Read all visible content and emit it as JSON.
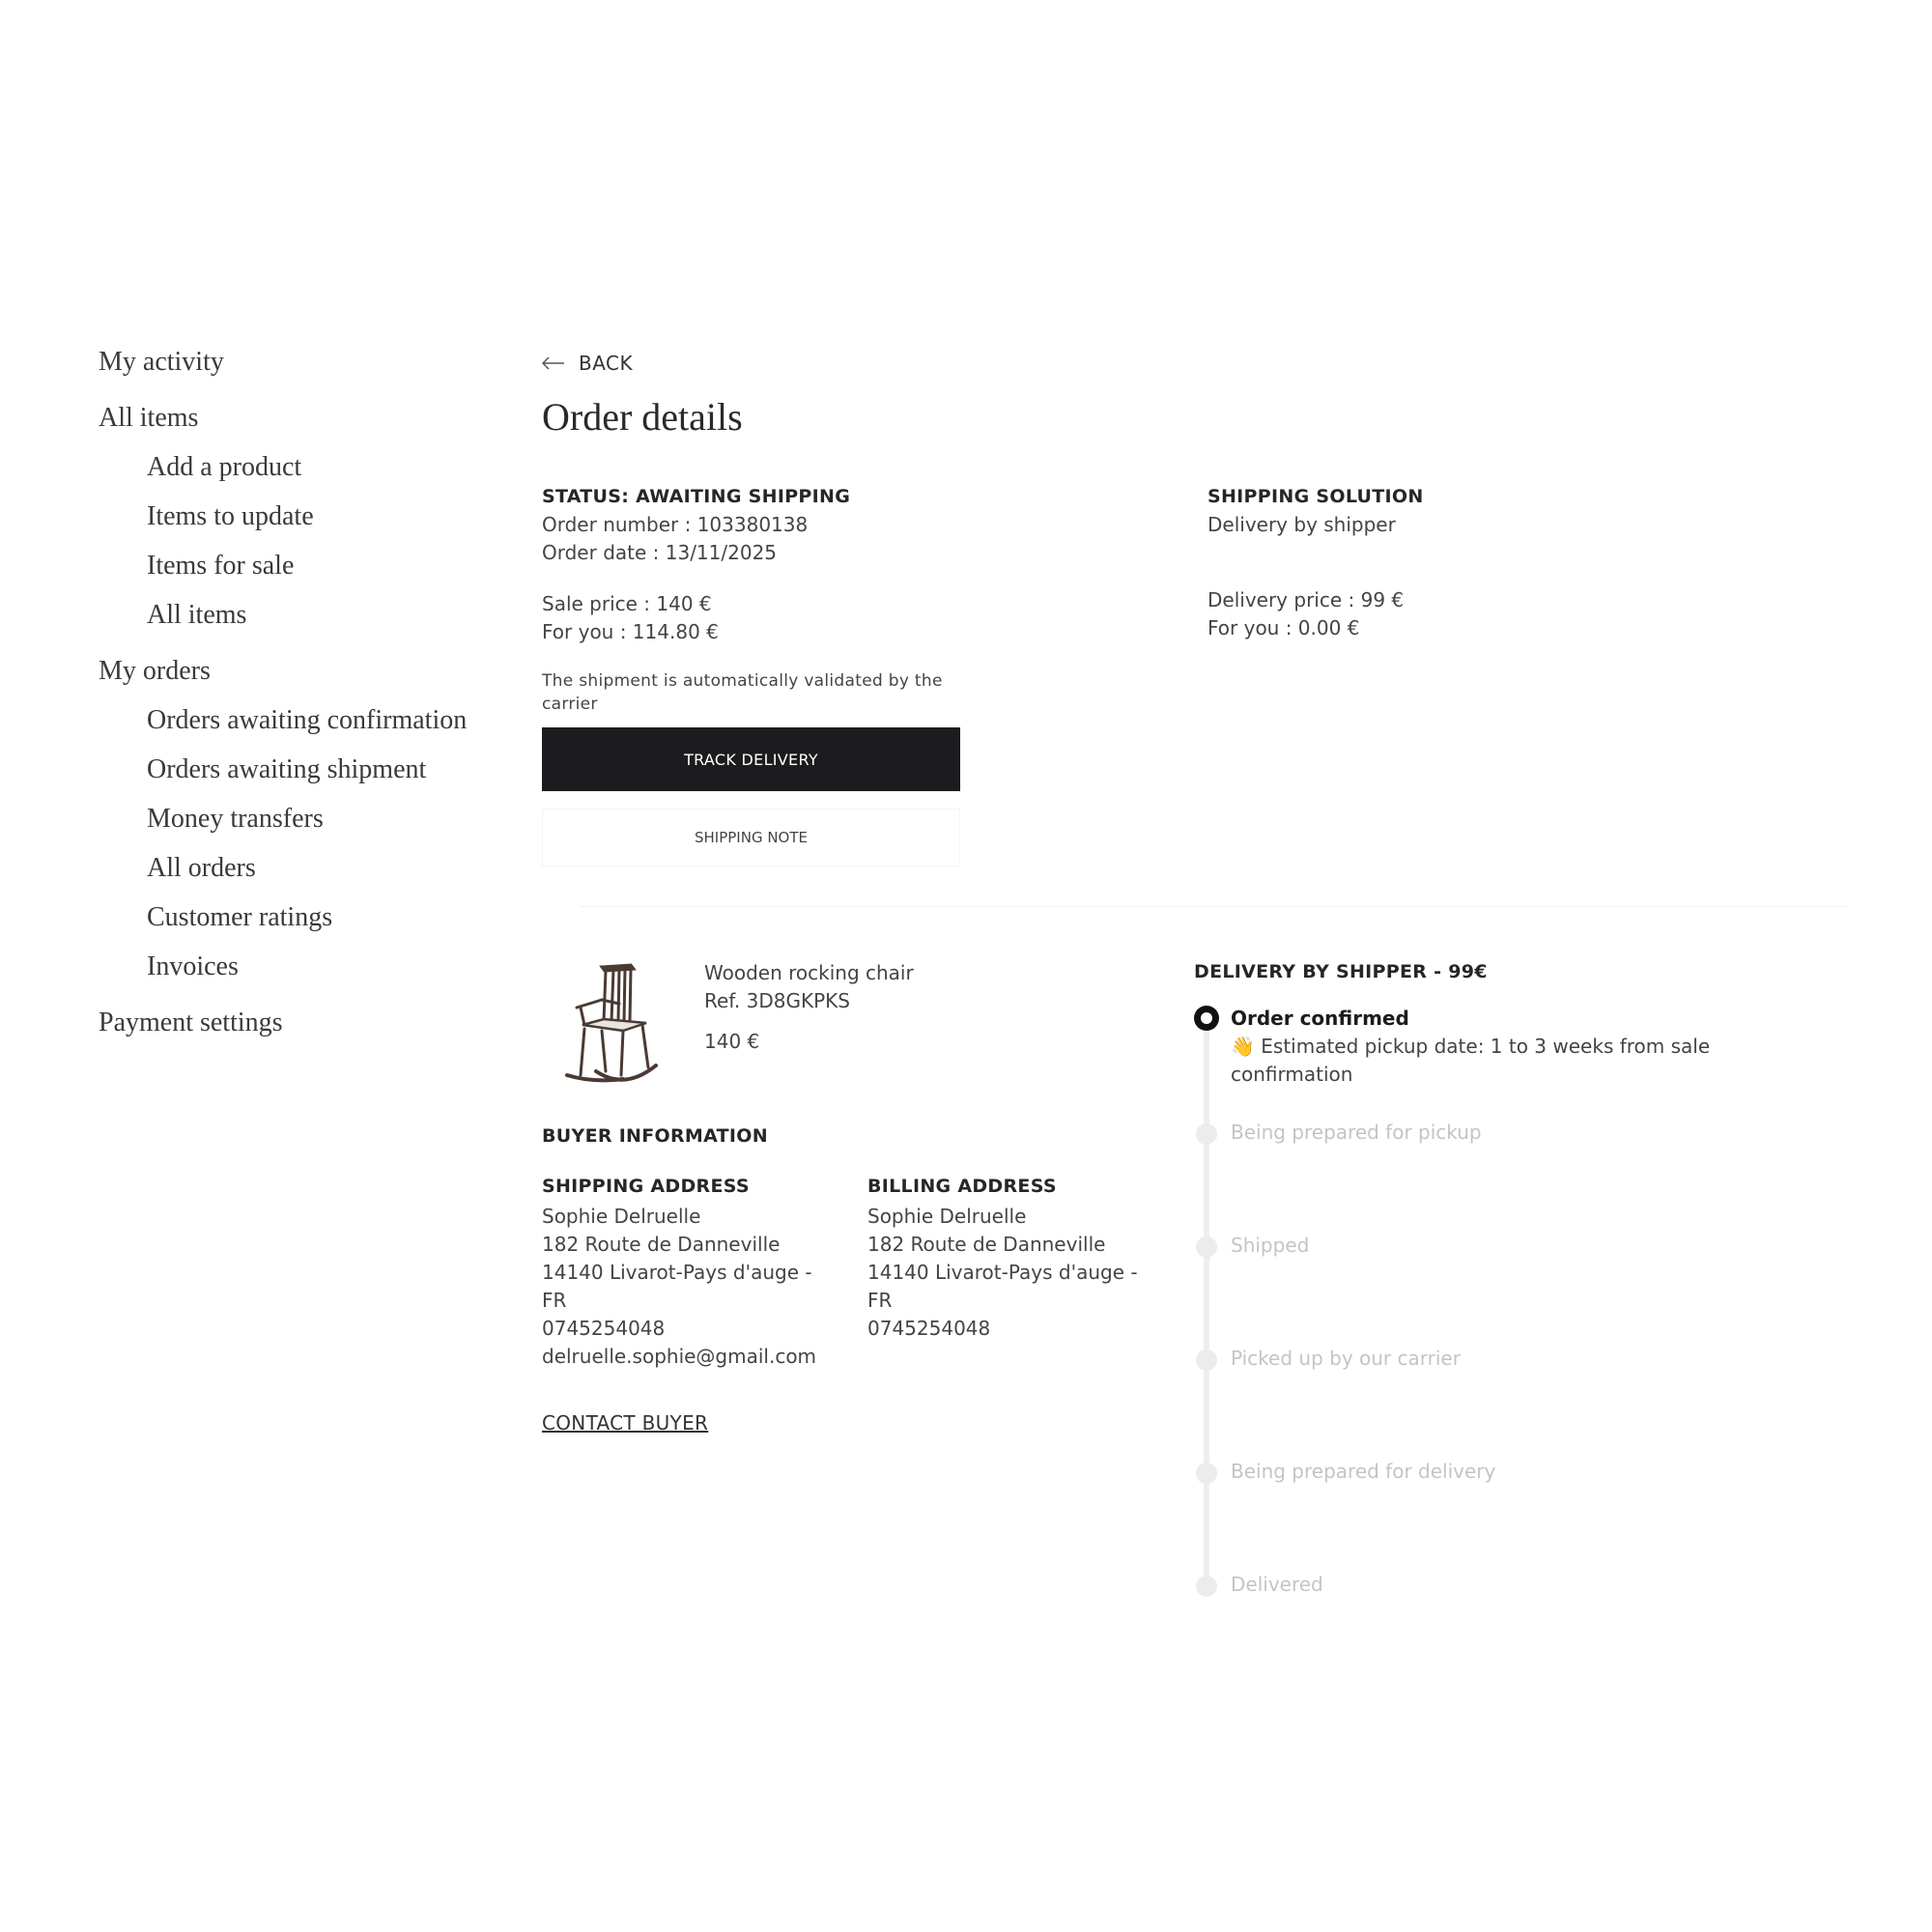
{
  "sidebar": {
    "my_activity": "My activity",
    "all_items_section": "All items",
    "items_sub": [
      "Add a product",
      "Items to update",
      "Items for sale",
      "All items"
    ],
    "my_orders": "My orders",
    "orders_sub": [
      "Orders awaiting confirmation",
      "Orders awaiting shipment",
      "Money transfers",
      "All orders",
      "Customer ratings",
      "Invoices"
    ],
    "payment_settings": "Payment settings"
  },
  "header": {
    "back_label": "BACK",
    "title": "Order details"
  },
  "order": {
    "status": "STATUS: AWAITING SHIPPING",
    "number": "Order number : 103380138",
    "date": "Order date : 13/11/2025",
    "sale_price": "Sale price : 140 €",
    "for_you": "For you : 114.80 €",
    "note": "The shipment is automatically validated by the carrier",
    "track_button": "TRACK DELIVERY",
    "shipping_note_button": "SHIPPING NOTE"
  },
  "shipping": {
    "title": "SHIPPING SOLUTION",
    "method": "Delivery by shipper",
    "delivery_price": "Delivery price : 99 €",
    "for_you": "For you : 0.00 €"
  },
  "product": {
    "name": "Wooden rocking chair",
    "ref": "Ref. 3D8GKPKS",
    "price": "140 €",
    "image": "rocking-chair"
  },
  "buyer": {
    "title": "BUYER INFORMATION",
    "shipping_address": {
      "label": "SHIPPING ADDRESS",
      "name": "Sophie Delruelle",
      "street": "182 Route de Danneville",
      "city": "14140 Livarot-Pays d'auge -",
      "country": "FR",
      "phone": "0745254048",
      "email": "delruelle.sophie@gmail.com"
    },
    "billing_address": {
      "label": "BILLING ADDRESS",
      "name": "Sophie Delruelle",
      "street": "182 Route de Danneville",
      "city": "14140 Livarot-Pays d'auge -",
      "country": "FR",
      "phone": "0745254048"
    },
    "contact_label": "CONTACT BUYER"
  },
  "timeline": {
    "title": "DELIVERY BY SHIPPER - 99€",
    "active_step": "Order confirmed",
    "estimate": "👋 Estimated pickup date: 1 to 3 weeks from sale confirmation",
    "steps": [
      "Being prepared for pickup",
      "Shipped",
      "Picked up by our carrier",
      "Being prepared for delivery",
      "Delivered"
    ]
  },
  "colors": {
    "primary_button": "#1c1c1e",
    "inactive_step": "#c4c4c4",
    "timeline_track": "#eeeeee"
  }
}
